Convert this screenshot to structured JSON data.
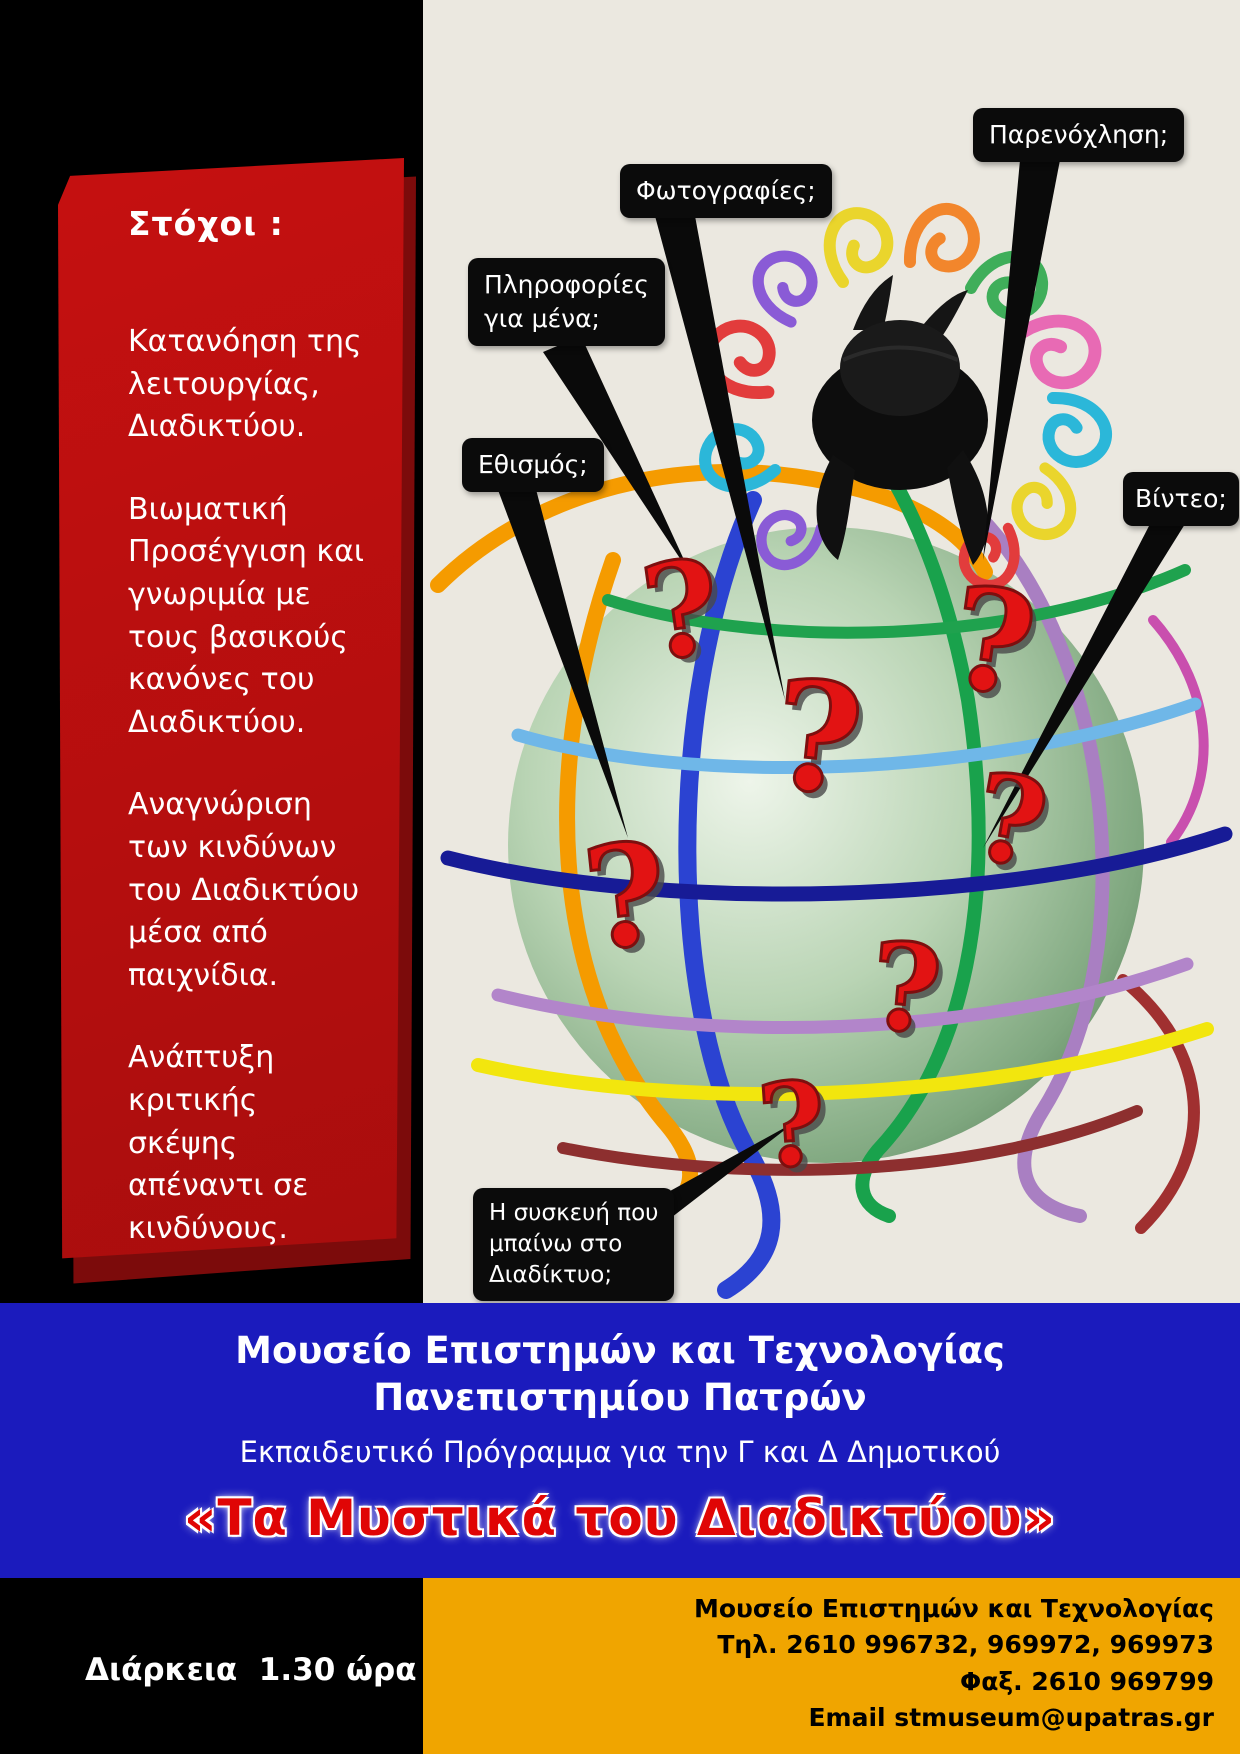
{
  "left_panel": {
    "title": "Στόχοι :",
    "goals": [
      "Κατανόηση της λειτουργίας, Διαδικτύου.",
      "Βιωματική Προσέγγιση και γνωριμία με τους βασικούς κανόνες του Διαδικτύου.",
      "Αναγνώριση των  κινδύνων του Διαδικτύου μέσα από παιχνίδια.",
      "Ανάπτυξη κριτικής σκέψης απέναντι σε κινδύνους."
    ]
  },
  "bubbles": [
    {
      "id": "harassment",
      "label": "Παρενόχληση;"
    },
    {
      "id": "photos",
      "label": "Φωτογραφίες;"
    },
    {
      "id": "info",
      "label": "Πληροφορίες\nγια μένα;"
    },
    {
      "id": "addiction",
      "label": "Εθισμός;"
    },
    {
      "id": "video",
      "label": "Βίντεο;"
    },
    {
      "id": "device",
      "label": "Η συσκευή που\nμπαίνω  στο\nΔιαδίκτυο;"
    }
  ],
  "globe": {
    "question_mark": "?"
  },
  "banner": {
    "line1": "Μουσείο  Επιστημών και Τεχνολογίας",
    "line2": "Πανεπιστημίου Πατρών",
    "line3": "Εκπαιδευτικό Πρόγραμμα για την Γ και Δ Δημοτικού",
    "title": "«Τα Μυστικά του Διαδικτύου»"
  },
  "footer": {
    "duration": "Διάρκεια  1.30 ώρα",
    "org": "Μουσείο Επιστημών και Τεχνολογίας",
    "tel": "Τηλ. 2610 996732, 969972, 969973",
    "fax": "Φαξ. 2610 969799",
    "email": "Email stmuseum@upatras.gr"
  },
  "colors": {
    "background_black": "#000000",
    "canvas_cream": "#ebe8e0",
    "goals_red": "#c51010",
    "goals_red_dark": "#7c0b0b",
    "band_blue": "#1b1bbd",
    "title_red": "#e00505",
    "footer_orange": "#f0a500",
    "bubble_black": "#0b0b0b",
    "question_red": "#e21313"
  }
}
